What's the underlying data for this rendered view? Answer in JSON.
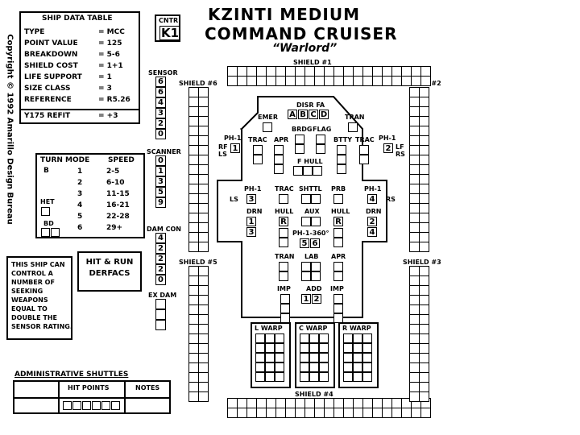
{
  "title": {
    "line1": "KZINTI MEDIUM",
    "line2": "COMMAND CRUISER",
    "name": "“Warlord”"
  },
  "cntr": {
    "label": "CNTR",
    "value": "K1"
  },
  "copyright": "Copyright © 1992 Amarillo Design Bureau",
  "ship_data": {
    "header": "SHIP DATA TABLE",
    "rows": [
      {
        "k": "TYPE",
        "v": "= MCC"
      },
      {
        "k": "POINT VALUE",
        "v": "= 125"
      },
      {
        "k": "BREAKDOWN",
        "v": "= 5-6"
      },
      {
        "k": "SHIELD COST",
        "v": "= 1+1"
      },
      {
        "k": "LIFE SUPPORT",
        "v": "= 1"
      },
      {
        "k": "SIZE CLASS",
        "v": "= 3"
      },
      {
        "k": "REFERENCE",
        "v": "= R5.26"
      }
    ],
    "refit": {
      "k": "Y175 REFIT",
      "v": "= +3"
    }
  },
  "turn_mode": {
    "header_mode": "TURN MODE",
    "header_speed": "SPEED",
    "mode": "B",
    "rows": [
      {
        "n": "1",
        "s": "2-5"
      },
      {
        "n": "2",
        "s": "6-10"
      },
      {
        "n": "3",
        "s": "11-15"
      },
      {
        "n": "4",
        "s": "16-21"
      },
      {
        "n": "5",
        "s": "22-28"
      },
      {
        "n": "6",
        "s": "29+"
      }
    ],
    "het": "HET",
    "bd": "BD"
  },
  "seeking_note": "THIS SHIP CAN CONTROL A NUMBER OF SEEKING WEAPONS EQUAL TO DOUBLE THE SENSOR RATING.",
  "hit_run": {
    "line1": "HIT & RUN",
    "line2": "DERFACS"
  },
  "tracks": {
    "sensor": {
      "label": "SENSOR",
      "values": [
        "6",
        "6",
        "4",
        "3",
        "2",
        "0"
      ]
    },
    "scanner": {
      "label": "SCANNER",
      "values": [
        "0",
        "1",
        "3",
        "5",
        "9"
      ]
    },
    "damcon": {
      "label": "DAM CON",
      "values": [
        "4",
        "2",
        "2",
        "2",
        "0"
      ]
    },
    "exdam": {
      "label": "EX DAM"
    }
  },
  "admin_shuttles": {
    "title": "ADMINISTRATIVE SHUTTLES",
    "col_hp": "HIT POINTS",
    "col_notes": "NOTES"
  },
  "shields": {
    "s1": "SHIELD #1",
    "s2": "SHIELD #2",
    "s3": "SHIELD #3",
    "s4": "SHIELD #4",
    "s5": "SHIELD #5",
    "s6": "SHIELD #6"
  },
  "ssd": {
    "disr": "DISR FA",
    "disr_cells": [
      "A",
      "B",
      "C",
      "D"
    ],
    "emer": "EMER",
    "tran": "TRAN",
    "ph1_left": "PH-1",
    "ph1_left_cell": "1",
    "rf": "RF",
    "ls": "LS",
    "ph1_right": "PH-1",
    "ph1_right_cell": "2",
    "lf": "LF",
    "rs": "RS",
    "trac": "TRAC",
    "apr": "APR",
    "brdg": "BRDG",
    "flag": "FLAG",
    "btty": "BTTY",
    "fhull": "F HULL",
    "side_ls": "LS",
    "side_rs": "RS",
    "ph1_l2": "PH-1",
    "ph1_l2_cell": "3",
    "drn_l": "DRN",
    "drn_l_cells": [
      "1",
      "3"
    ],
    "ph1_r2": "PH-1",
    "ph1_r2_cell": "4",
    "drn_r": "DRN",
    "drn_r_cells": [
      "2",
      "4"
    ],
    "shttl": "SHTTL",
    "prb": "PRB",
    "hull_l": "HULL",
    "hull_r": "HULL",
    "aux": "AUX",
    "r": "R",
    "ph360": "PH-1-360°",
    "ph360_cells": [
      "5",
      "6"
    ],
    "lab": "LAB",
    "imp": "IMP",
    "add": "ADD",
    "add_cells": [
      "1",
      "2"
    ],
    "lwarp": "L WARP",
    "cwarp": "C WARP",
    "rwarp": "R WARP"
  }
}
